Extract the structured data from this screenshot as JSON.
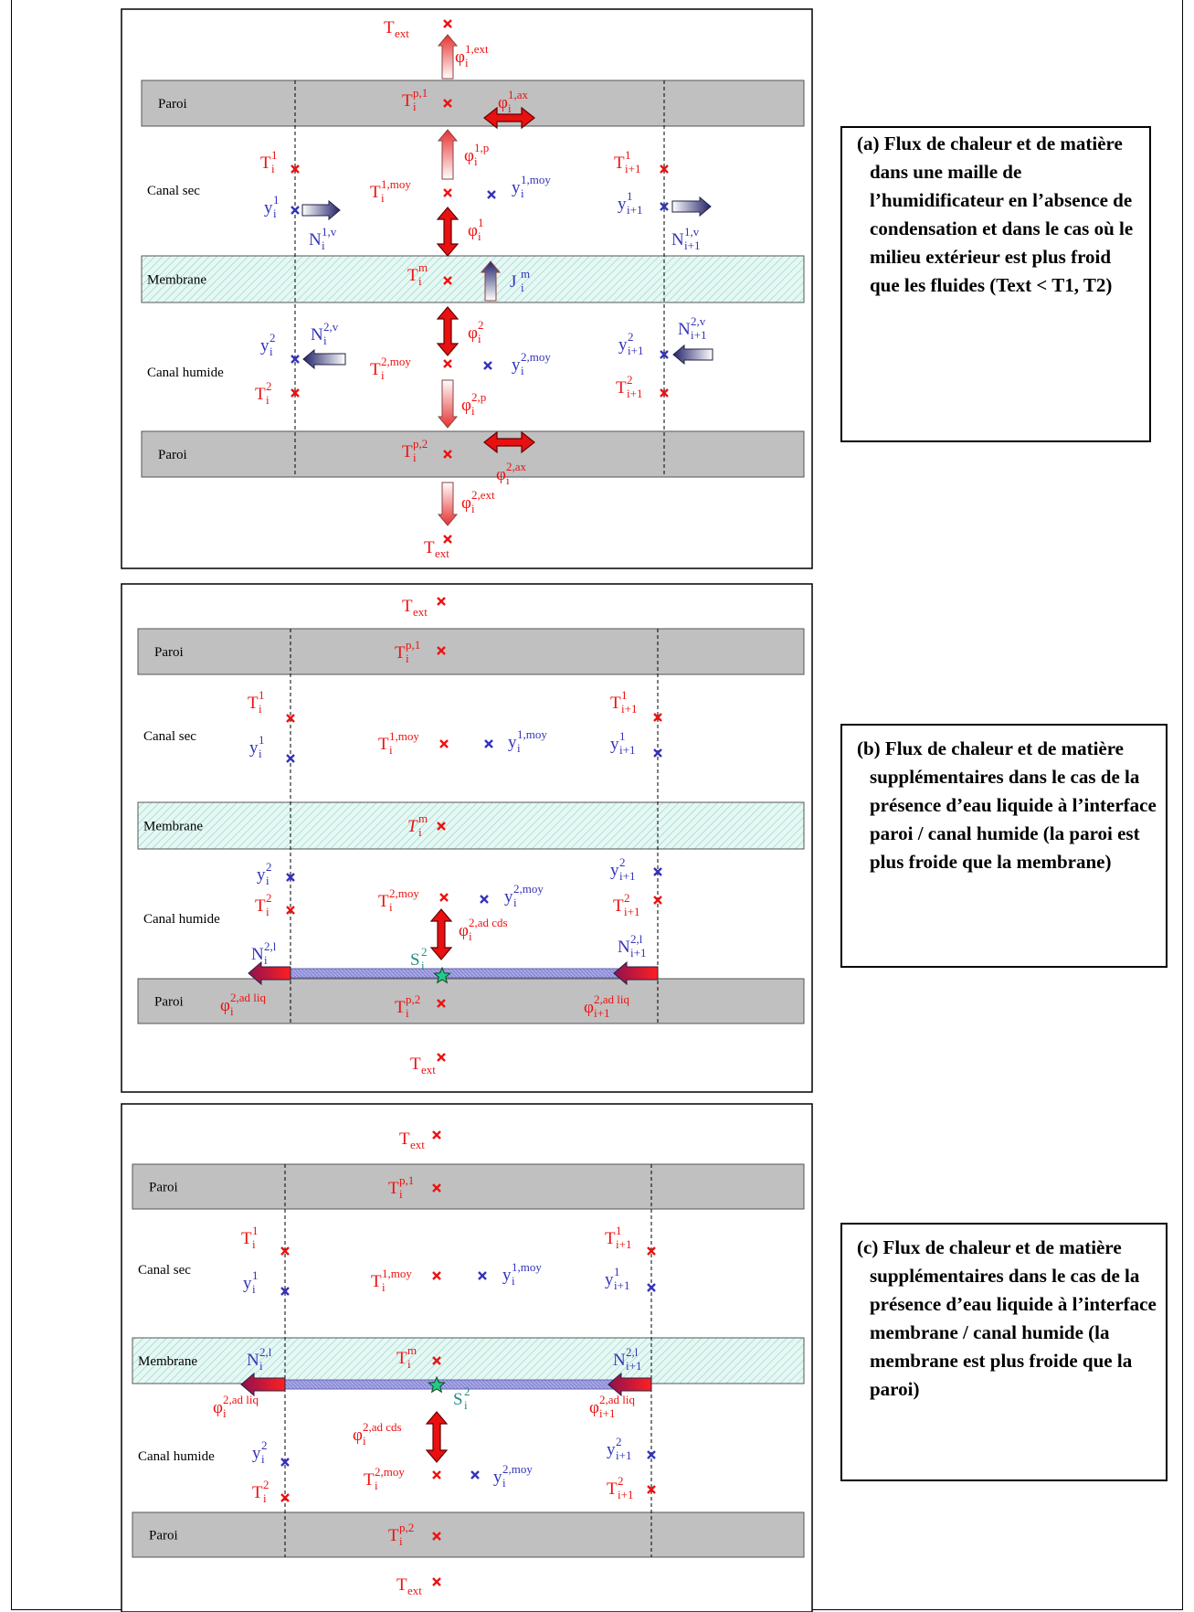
{
  "colors": {
    "wall": "#c0c0c0",
    "membrane": "#dff5f0",
    "temperature": "#ee1111",
    "vapor": "#3333bb",
    "liquid_source": "#2a8a80"
  },
  "panels": [
    {
      "id": "a",
      "layer_labels": {
        "wall_top": "Paroi",
        "channel_dry": "Canal sec",
        "membrane": "Membrane",
        "channel_wet": "Canal humide",
        "wall_bottom": "Paroi"
      },
      "caption": "(a) Flux de chaleur et de matière dans une maille de l’humidificateur en l’absence de condensation et dans le cas où le milieu extérieur est plus froid que les fluides (Text < T1, T2)",
      "labels": {
        "t_ext_top": {
          "base": "T",
          "sub": "ext",
          "sup": ""
        },
        "phi_ext_top": {
          "base": "φ",
          "sub": "i",
          "sup": "1,ext"
        },
        "t_wall1": {
          "base": "T",
          "sub": "i",
          "sup": "p,1"
        },
        "phi_ax1": {
          "base": "φ",
          "sub": "i",
          "sup": "1,ax"
        },
        "t1_left": {
          "base": "T",
          "sub": "i",
          "sup": "1"
        },
        "phi_p1": {
          "base": "φ",
          "sub": "i",
          "sup": "1,p"
        },
        "t1_right": {
          "base": "T",
          "sub": "i+1",
          "sup": "1"
        },
        "t1_moy": {
          "base": "T",
          "sub": "i",
          "sup": "1,moy"
        },
        "y1_moy": {
          "base": "y",
          "sub": "i",
          "sup": "1,moy"
        },
        "y1_left": {
          "base": "y",
          "sub": "i",
          "sup": "1"
        },
        "y1_right": {
          "base": "y",
          "sub": "i+1",
          "sup": "1"
        },
        "phi1": {
          "base": "φ",
          "sub": "i",
          "sup": "1"
        },
        "n1v_left": {
          "base": "N",
          "sub": "i",
          "sup": "1,v"
        },
        "n1v_right": {
          "base": "N",
          "sub": "i+1",
          "sup": "1,v"
        },
        "tm": {
          "base": "T",
          "sub": "i",
          "sup": "m"
        },
        "jm": {
          "base": "J",
          "sub": "i",
          "sup": "m"
        },
        "y2_left": {
          "base": "y",
          "sub": "i",
          "sup": "2"
        },
        "n2v_left": {
          "base": "N",
          "sub": "i",
          "sup": "2,v"
        },
        "phi2": {
          "base": "φ",
          "sub": "i",
          "sup": "2"
        },
        "n2v_right": {
          "base": "N",
          "sub": "i+1",
          "sup": "2,v"
        },
        "y2_right": {
          "base": "y",
          "sub": "i+1",
          "sup": "2"
        },
        "t2_moy": {
          "base": "T",
          "sub": "i",
          "sup": "2,moy"
        },
        "y2_moy": {
          "base": "y",
          "sub": "i",
          "sup": "2,moy"
        },
        "t2_left": {
          "base": "T",
          "sub": "i",
          "sup": "2"
        },
        "phi_p2": {
          "base": "φ",
          "sub": "i",
          "sup": "2,p"
        },
        "t2_right": {
          "base": "T",
          "sub": "i+1",
          "sup": "2"
        },
        "t_wall2": {
          "base": "T",
          "sub": "i",
          "sup": "p,2"
        },
        "phi_ax2": {
          "base": "φ",
          "sub": "i",
          "sup": "2,ax"
        },
        "phi_ext_bottom": {
          "base": "φ",
          "sub": "i",
          "sup": "2,ext"
        },
        "t_ext_bottom": {
          "base": "T",
          "sub": "ext",
          "sup": ""
        }
      }
    },
    {
      "id": "b",
      "layer_labels": {
        "wall_top": "Paroi",
        "channel_dry": "Canal sec",
        "membrane": "Membrane",
        "channel_wet": "Canal humide",
        "wall_bottom": "Paroi"
      },
      "caption": "(b) Flux de chaleur et de matière supplémentaires dans le cas de la présence d’eau liquide à l’interface paroi / canal humide (la paroi est plus froide que la membrane)",
      "labels": {
        "t_ext_top": {
          "base": "T",
          "sub": "ext",
          "sup": ""
        },
        "t_wall1": {
          "base": "T",
          "sub": "i",
          "sup": "p,1"
        },
        "t1_left": {
          "base": "T",
          "sub": "i",
          "sup": "1"
        },
        "t1_right": {
          "base": "T",
          "sub": "i+1",
          "sup": "1"
        },
        "y1_left": {
          "base": "y",
          "sub": "i",
          "sup": "1"
        },
        "t1_moy": {
          "base": "T",
          "sub": "i",
          "sup": "1,moy"
        },
        "y1_moy": {
          "base": "y",
          "sub": "i",
          "sup": "1,moy"
        },
        "y1_right": {
          "base": "y",
          "sub": "i+1",
          "sup": "1"
        },
        "tm": {
          "base": "T",
          "sub": "i",
          "sup": "m"
        },
        "y2_left": {
          "base": "y",
          "sub": "i",
          "sup": "2"
        },
        "y2_right": {
          "base": "y",
          "sub": "i+1",
          "sup": "2"
        },
        "t2_left": {
          "base": "T",
          "sub": "i",
          "sup": "2"
        },
        "t2_moy": {
          "base": "T",
          "sub": "i",
          "sup": "2,moy"
        },
        "y2_moy": {
          "base": "y",
          "sub": "i",
          "sup": "2,moy"
        },
        "t2_right": {
          "base": "T",
          "sub": "i+1",
          "sup": "2"
        },
        "phi_cds": {
          "base": "φ",
          "sub": "i",
          "sup": "2,ad cds"
        },
        "n2l_left": {
          "base": "N",
          "sub": "i",
          "sup": "2,l"
        },
        "s2": {
          "base": "S",
          "sub": "i",
          "sup": "2"
        },
        "n2l_right": {
          "base": "N",
          "sub": "i+1",
          "sup": "2,l"
        },
        "phi_liq_left": {
          "base": "φ",
          "sub": "i",
          "sup": "2,ad liq"
        },
        "t_wall2": {
          "base": "T",
          "sub": "i",
          "sup": "p,2"
        },
        "phi_liq_right": {
          "base": "φ",
          "sub": "i+1",
          "sup": "2,ad liq"
        },
        "t_ext_bottom": {
          "base": "T",
          "sub": "ext",
          "sup": ""
        }
      }
    },
    {
      "id": "c",
      "layer_labels": {
        "wall_top": "Paroi",
        "channel_dry": "Canal sec",
        "membrane": "Membrane",
        "channel_wet": "Canal humide",
        "wall_bottom": "Paroi"
      },
      "caption": "(c) Flux de chaleur et de matière supplémentaires dans le cas de la présence d’eau liquide à l’interface membrane / canal humide (la membrane est plus froide que la paroi)",
      "labels": {
        "t_ext_top": {
          "base": "T",
          "sub": "ext",
          "sup": ""
        },
        "t_wall1": {
          "base": "T",
          "sub": "i",
          "sup": "p,1"
        },
        "t1_left": {
          "base": "T",
          "sub": "i",
          "sup": "1"
        },
        "t1_right": {
          "base": "T",
          "sub": "i+1",
          "sup": "1"
        },
        "y1_left": {
          "base": "y",
          "sub": "i",
          "sup": "1"
        },
        "t1_moy": {
          "base": "T",
          "sub": "i",
          "sup": "1,moy"
        },
        "y1_moy": {
          "base": "y",
          "sub": "i",
          "sup": "1,moy"
        },
        "y1_right": {
          "base": "y",
          "sub": "i+1",
          "sup": "1"
        },
        "n2l_left": {
          "base": "N",
          "sub": "i",
          "sup": "2,l"
        },
        "tm": {
          "base": "T",
          "sub": "i",
          "sup": "m"
        },
        "n2l_right": {
          "base": "N",
          "sub": "i+1",
          "sup": "2,l"
        },
        "s2": {
          "base": "S",
          "sub": "i",
          "sup": "2"
        },
        "phi_liq_left": {
          "base": "φ",
          "sub": "i",
          "sup": "2,ad liq"
        },
        "phi_cds": {
          "base": "φ",
          "sub": "i",
          "sup": "2,ad cds"
        },
        "phi_liq_right": {
          "base": "φ",
          "sub": "i+1",
          "sup": "2,ad liq"
        },
        "y2_left": {
          "base": "y",
          "sub": "i",
          "sup": "2"
        },
        "y2_right": {
          "base": "y",
          "sub": "i+1",
          "sup": "2"
        },
        "t2_moy": {
          "base": "T",
          "sub": "i",
          "sup": "2,moy"
        },
        "y2_moy": {
          "base": "y",
          "sub": "i",
          "sup": "2,moy"
        },
        "t2_left": {
          "base": "T",
          "sub": "i",
          "sup": "2"
        },
        "t2_right": {
          "base": "T",
          "sub": "i+1",
          "sup": "2"
        },
        "t_wall2": {
          "base": "T",
          "sub": "i",
          "sup": "p,2"
        },
        "t_ext_bottom": {
          "base": "T",
          "sub": "ext",
          "sup": ""
        }
      }
    }
  ]
}
